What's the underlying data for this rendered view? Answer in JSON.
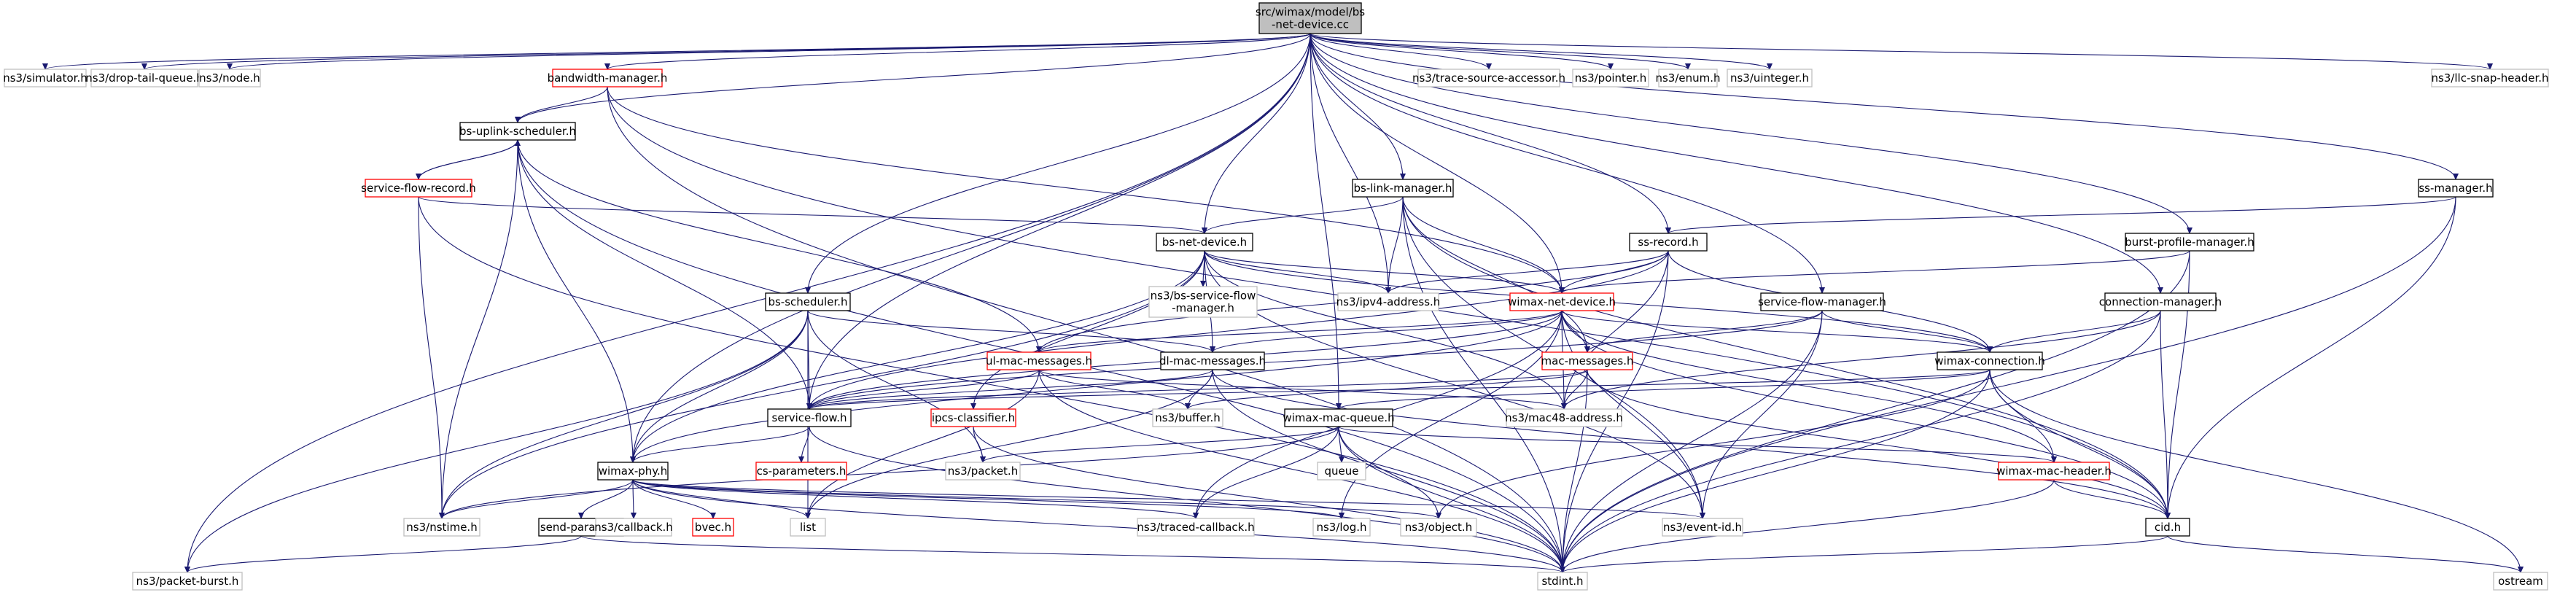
{
  "nodes": [
    {
      "id": "root",
      "lines": [
        "src/wimax/model/bs",
        "-net-device.cc"
      ],
      "style": "root"
    },
    {
      "id": "simulator",
      "lines": [
        "ns3/simulator.h"
      ],
      "style": "ext"
    },
    {
      "id": "droptail",
      "lines": [
        "ns3/drop-tail-queue.h"
      ],
      "style": "ext"
    },
    {
      "id": "node",
      "lines": [
        "ns3/node.h"
      ],
      "style": "ext"
    },
    {
      "id": "bwmgr",
      "lines": [
        "bandwidth-manager.h"
      ],
      "style": "red"
    },
    {
      "id": "traceacc",
      "lines": [
        "ns3/trace-source-accessor.h"
      ],
      "style": "ext"
    },
    {
      "id": "pointer",
      "lines": [
        "ns3/pointer.h"
      ],
      "style": "ext"
    },
    {
      "id": "enum",
      "lines": [
        "ns3/enum.h"
      ],
      "style": "ext"
    },
    {
      "id": "uinteger",
      "lines": [
        "ns3/uinteger.h"
      ],
      "style": "ext"
    },
    {
      "id": "llcsnap",
      "lines": [
        "ns3/llc-snap-header.h"
      ],
      "style": "ext"
    },
    {
      "id": "bsuplink",
      "lines": [
        "bs-uplink-scheduler.h"
      ],
      "style": "int"
    },
    {
      "id": "sfrecord",
      "lines": [
        "service-flow-record.h"
      ],
      "style": "red"
    },
    {
      "id": "bslinkmgr",
      "lines": [
        "bs-link-manager.h"
      ],
      "style": "int"
    },
    {
      "id": "ssmgr",
      "lines": [
        "ss-manager.h"
      ],
      "style": "int"
    },
    {
      "id": "bsnetdev",
      "lines": [
        "bs-net-device.h"
      ],
      "style": "int"
    },
    {
      "id": "ssrecord",
      "lines": [
        "ss-record.h"
      ],
      "style": "int"
    },
    {
      "id": "burstprof",
      "lines": [
        "burst-profile-manager.h"
      ],
      "style": "int"
    },
    {
      "id": "bssvcflow",
      "lines": [
        "ns3/bs-service-flow",
        "-manager.h"
      ],
      "style": "ext"
    },
    {
      "id": "ipv4addr",
      "lines": [
        "ns3/ipv4-address.h"
      ],
      "style": "ext"
    },
    {
      "id": "bssched",
      "lines": [
        "bs-scheduler.h"
      ],
      "style": "int"
    },
    {
      "id": "wimaxnetdev",
      "lines": [
        "wimax-net-device.h"
      ],
      "style": "red"
    },
    {
      "id": "sfmgr",
      "lines": [
        "service-flow-manager.h"
      ],
      "style": "int"
    },
    {
      "id": "connmgr",
      "lines": [
        "connection-manager.h"
      ],
      "style": "int"
    },
    {
      "id": "ulmac",
      "lines": [
        "ul-mac-messages.h"
      ],
      "style": "red"
    },
    {
      "id": "dlmac",
      "lines": [
        "dl-mac-messages.h"
      ],
      "style": "int"
    },
    {
      "id": "macmsg",
      "lines": [
        "mac-messages.h"
      ],
      "style": "red"
    },
    {
      "id": "wimaxconn",
      "lines": [
        "wimax-connection.h"
      ],
      "style": "int"
    },
    {
      "id": "serviceflow",
      "lines": [
        "service-flow.h"
      ],
      "style": "int"
    },
    {
      "id": "ipcs",
      "lines": [
        "ipcs-classifier.h"
      ],
      "style": "red"
    },
    {
      "id": "buffer",
      "lines": [
        "ns3/buffer.h"
      ],
      "style": "ext"
    },
    {
      "id": "wimaxmacq",
      "lines": [
        "wimax-mac-queue.h"
      ],
      "style": "int"
    },
    {
      "id": "mac48",
      "lines": [
        "ns3/mac48-address.h"
      ],
      "style": "ext"
    },
    {
      "id": "csparams",
      "lines": [
        "cs-parameters.h"
      ],
      "style": "red"
    },
    {
      "id": "packet",
      "lines": [
        "ns3/packet.h"
      ],
      "style": "ext"
    },
    {
      "id": "queue",
      "lines": [
        "queue"
      ],
      "style": "ext"
    },
    {
      "id": "wimaxmachdr",
      "lines": [
        "wimax-mac-header.h"
      ],
      "style": "red"
    },
    {
      "id": "wimaxphy",
      "lines": [
        "wimax-phy.h"
      ],
      "style": "int"
    },
    {
      "id": "nstime",
      "lines": [
        "ns3/nstime.h"
      ],
      "style": "ext"
    },
    {
      "id": "sendparams",
      "lines": [
        "send-params.h"
      ],
      "style": "int"
    },
    {
      "id": "callback",
      "lines": [
        "ns3/callback.h"
      ],
      "style": "ext"
    },
    {
      "id": "bvec",
      "lines": [
        "bvec.h"
      ],
      "style": "red"
    },
    {
      "id": "list",
      "lines": [
        "list"
      ],
      "style": "ext"
    },
    {
      "id": "tracedcb",
      "lines": [
        "ns3/traced-callback.h"
      ],
      "style": "ext"
    },
    {
      "id": "log",
      "lines": [
        "ns3/log.h"
      ],
      "style": "ext"
    },
    {
      "id": "object",
      "lines": [
        "ns3/object.h"
      ],
      "style": "ext"
    },
    {
      "id": "eventid",
      "lines": [
        "ns3/event-id.h"
      ],
      "style": "ext"
    },
    {
      "id": "cid",
      "lines": [
        "cid.h"
      ],
      "style": "int"
    },
    {
      "id": "packetburst",
      "lines": [
        "ns3/packet-burst.h"
      ],
      "style": "ext"
    },
    {
      "id": "stdint",
      "lines": [
        "stdint.h"
      ],
      "style": "ext"
    },
    {
      "id": "ostream",
      "lines": [
        "ostream"
      ],
      "style": "ext"
    }
  ],
  "edges": [
    [
      "root",
      "simulator"
    ],
    [
      "root",
      "droptail"
    ],
    [
      "root",
      "node"
    ],
    [
      "root",
      "bwmgr"
    ],
    [
      "root",
      "traceacc"
    ],
    [
      "root",
      "pointer"
    ],
    [
      "root",
      "enum"
    ],
    [
      "root",
      "uinteger"
    ],
    [
      "root",
      "llcsnap"
    ],
    [
      "root",
      "bsuplink"
    ],
    [
      "root",
      "bslinkmgr"
    ],
    [
      "root",
      "ssmgr"
    ],
    [
      "root",
      "bsnetdev"
    ],
    [
      "root",
      "ssrecord"
    ],
    [
      "root",
      "burstprof"
    ],
    [
      "root",
      "ipv4addr"
    ],
    [
      "root",
      "bssched"
    ],
    [
      "root",
      "sfmgr"
    ],
    [
      "root",
      "connmgr"
    ],
    [
      "root",
      "serviceflow"
    ],
    [
      "root",
      "wimaxmacq"
    ],
    [
      "root",
      "wimaxphy"
    ],
    [
      "root",
      "packetburst"
    ],
    [
      "root",
      "wimaxnetdev"
    ],
    [
      "bwmgr",
      "bsuplink"
    ],
    [
      "bwmgr",
      "wimaxnetdev"
    ],
    [
      "bwmgr",
      "stdint"
    ],
    [
      "bwmgr",
      "cid"
    ],
    [
      "bsuplink",
      "sfrecord"
    ],
    [
      "bsuplink",
      "wimaxphy"
    ],
    [
      "bsuplink",
      "serviceflow"
    ],
    [
      "bsuplink",
      "ulmac"
    ],
    [
      "bsuplink",
      "nstime"
    ],
    [
      "bsuplink",
      "stdint"
    ],
    [
      "sfrecord",
      "bsuplink"
    ],
    [
      "sfrecord",
      "bsnetdev"
    ],
    [
      "sfrecord",
      "nstime"
    ],
    [
      "sfrecord",
      "stdint"
    ],
    [
      "bslinkmgr",
      "bsnetdev"
    ],
    [
      "bslinkmgr",
      "wimaxnetdev"
    ],
    [
      "bslinkmgr",
      "ipv4addr"
    ],
    [
      "bslinkmgr",
      "macmsg"
    ],
    [
      "bslinkmgr",
      "eventid"
    ],
    [
      "bslinkmgr",
      "stdint"
    ],
    [
      "bslinkmgr",
      "cid"
    ],
    [
      "ssmgr",
      "ssrecord"
    ],
    [
      "ssmgr",
      "cid"
    ],
    [
      "ssmgr",
      "stdint"
    ],
    [
      "bsnetdev",
      "wimaxnetdev"
    ],
    [
      "bsnetdev",
      "bssvcflow"
    ],
    [
      "bsnetdev",
      "ipv4addr"
    ],
    [
      "bsnetdev",
      "dlmac"
    ],
    [
      "bsnetdev",
      "ipcs"
    ],
    [
      "bsnetdev",
      "mac48"
    ],
    [
      "bsnetdev",
      "wimaxphy"
    ],
    [
      "bsnetdev",
      "eventid"
    ],
    [
      "bsnetdev",
      "wimaxconn"
    ],
    [
      "bsnetdev",
      "nstime"
    ],
    [
      "ssrecord",
      "wimaxnetdev"
    ],
    [
      "ssrecord",
      "ipv4addr"
    ],
    [
      "ssrecord",
      "mac48"
    ],
    [
      "ssrecord",
      "wimaxconn"
    ],
    [
      "ssrecord",
      "serviceflow"
    ],
    [
      "ssrecord",
      "ulmac"
    ],
    [
      "ssrecord",
      "stdint"
    ],
    [
      "burstprof",
      "wimaxnetdev"
    ],
    [
      "burstprof",
      "cid"
    ],
    [
      "burstprof",
      "stdint"
    ],
    [
      "bssched",
      "wimaxphy"
    ],
    [
      "bssched",
      "serviceflow"
    ],
    [
      "bssched",
      "dlmac"
    ],
    [
      "bssched",
      "packet"
    ],
    [
      "bssched",
      "list"
    ],
    [
      "bssched",
      "packetburst"
    ],
    [
      "bssched",
      "nstime"
    ],
    [
      "wimaxnetdev",
      "wimaxconn"
    ],
    [
      "wimaxnetdev",
      "macmsg"
    ],
    [
      "wimaxnetdev",
      "ulmac"
    ],
    [
      "wimaxnetdev",
      "dlmac"
    ],
    [
      "wimaxnetdev",
      "mac48"
    ],
    [
      "wimaxnetdev",
      "wimaxphy"
    ],
    [
      "wimaxnetdev",
      "serviceflow"
    ],
    [
      "wimaxnetdev",
      "log"
    ],
    [
      "wimaxnetdev",
      "tracedcb"
    ],
    [
      "wimaxnetdev",
      "eventid"
    ],
    [
      "wimaxnetdev",
      "cid"
    ],
    [
      "wimaxnetdev",
      "wimaxmachdr"
    ],
    [
      "sfmgr",
      "wimaxconn"
    ],
    [
      "sfmgr",
      "serviceflow"
    ],
    [
      "sfmgr",
      "eventid"
    ],
    [
      "sfmgr",
      "stdint"
    ],
    [
      "sfmgr",
      "macmsg"
    ],
    [
      "connmgr",
      "wimaxconn"
    ],
    [
      "connmgr",
      "cid"
    ],
    [
      "connmgr",
      "mac48"
    ],
    [
      "connmgr",
      "stdint"
    ],
    [
      "ulmac",
      "serviceflow"
    ],
    [
      "ulmac",
      "buffer"
    ],
    [
      "ulmac",
      "stdint"
    ],
    [
      "ulmac",
      "list"
    ],
    [
      "ulmac",
      "mac48"
    ],
    [
      "dlmac",
      "serviceflow"
    ],
    [
      "dlmac",
      "buffer"
    ],
    [
      "dlmac",
      "stdint"
    ],
    [
      "dlmac",
      "cid"
    ],
    [
      "dlmac",
      "list"
    ],
    [
      "macmsg",
      "serviceflow"
    ],
    [
      "macmsg",
      "buffer"
    ],
    [
      "macmsg",
      "mac48"
    ],
    [
      "macmsg",
      "stdint"
    ],
    [
      "macmsg",
      "cid"
    ],
    [
      "wimaxconn",
      "serviceflow"
    ],
    [
      "wimaxconn",
      "wimaxmacq"
    ],
    [
      "wimaxconn",
      "wimaxmachdr"
    ],
    [
      "wimaxconn",
      "cid"
    ],
    [
      "wimaxconn",
      "stdint"
    ],
    [
      "wimaxconn",
      "object"
    ],
    [
      "wimaxconn",
      "ostream"
    ],
    [
      "serviceflow",
      "wimaxphy"
    ],
    [
      "serviceflow",
      "csparams"
    ],
    [
      "serviceflow",
      "stdint"
    ],
    [
      "ipcs",
      "packet"
    ],
    [
      "ipcs",
      "stdint"
    ],
    [
      "wimaxmacq",
      "packet"
    ],
    [
      "wimaxmacq",
      "queue"
    ],
    [
      "wimaxmacq",
      "object"
    ],
    [
      "wimaxmacq",
      "tracedcb"
    ],
    [
      "wimaxmacq",
      "nstime"
    ],
    [
      "wimaxmacq",
      "wimaxmachdr"
    ],
    [
      "wimaxmacq",
      "stdint"
    ],
    [
      "wimaxmachdr",
      "cid"
    ],
    [
      "wimaxmachdr",
      "stdint"
    ],
    [
      "wimaxphy",
      "nstime"
    ],
    [
      "wimaxphy",
      "sendparams"
    ],
    [
      "wimaxphy",
      "callback"
    ],
    [
      "wimaxphy",
      "bvec"
    ],
    [
      "wimaxphy",
      "list"
    ],
    [
      "wimaxphy",
      "tracedcb"
    ],
    [
      "wimaxphy",
      "log"
    ],
    [
      "wimaxphy",
      "object"
    ],
    [
      "wimaxphy",
      "eventid"
    ],
    [
      "wimaxphy",
      "stdint"
    ],
    [
      "sendparams",
      "stdint"
    ],
    [
      "sendparams",
      "packetburst"
    ],
    [
      "cid",
      "stdint"
    ],
    [
      "cid",
      "ostream"
    ]
  ],
  "colors": {
    "edge": "#191970",
    "root_fill": "#bfbfbf",
    "root_stroke": "#000000",
    "internal_stroke": "#000000",
    "red_stroke": "#ff0000",
    "external_stroke": "#bfbfbf",
    "box_fill": "#ffffff"
  }
}
